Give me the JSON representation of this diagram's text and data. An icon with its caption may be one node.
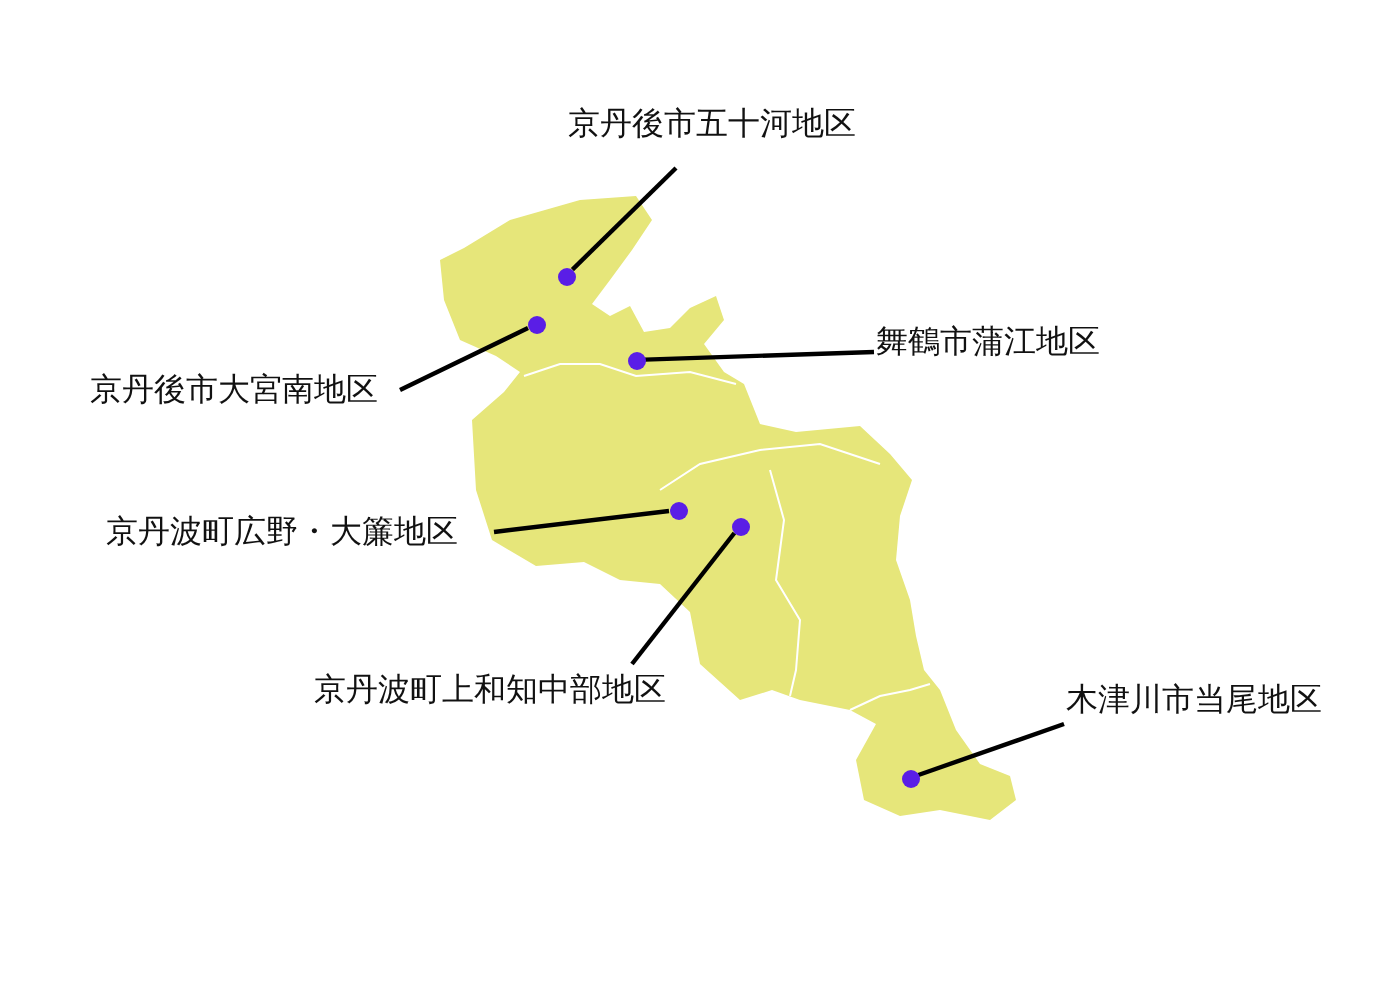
{
  "diagram": {
    "nodes": [
      {
        "text": [
          "京丹後市五十河地区"
        ]
      },
      {
        "text": [
          "舞鶴市蒲江地区"
        ]
      },
      {
        "text": [
          "京丹後市大宮南地区"
        ]
      },
      {
        "text": [
          "京丹波町広野・大簾地区"
        ]
      },
      {
        "text": [
          "京丹波町上和知中部地区"
        ]
      },
      {
        "text": [
          "木津川市当尾地区"
        ]
      },
      {
        "text": [],
        "shape": "circle"
      },
      {
        "text": [],
        "shape": "circle"
      },
      {
        "text": [],
        "shape": "circle"
      },
      {
        "text": [],
        "shape": "circle"
      },
      {
        "text": [],
        "shape": "circle"
      },
      {
        "text": [],
        "shape": "circle"
      }
    ],
    "edges": [
      {
        "from": 0,
        "to": 6,
        "arrow": "none"
      },
      {
        "from": 1,
        "to": 8,
        "arrow": "none"
      },
      {
        "from": 2,
        "to": 7,
        "arrow": "none"
      },
      {
        "from": 3,
        "to": 9,
        "arrow": "none"
      },
      {
        "from": 4,
        "to": 10,
        "arrow": "none"
      },
      {
        "from": 5,
        "to": 11,
        "arrow": "none"
      }
    ]
  }
}
